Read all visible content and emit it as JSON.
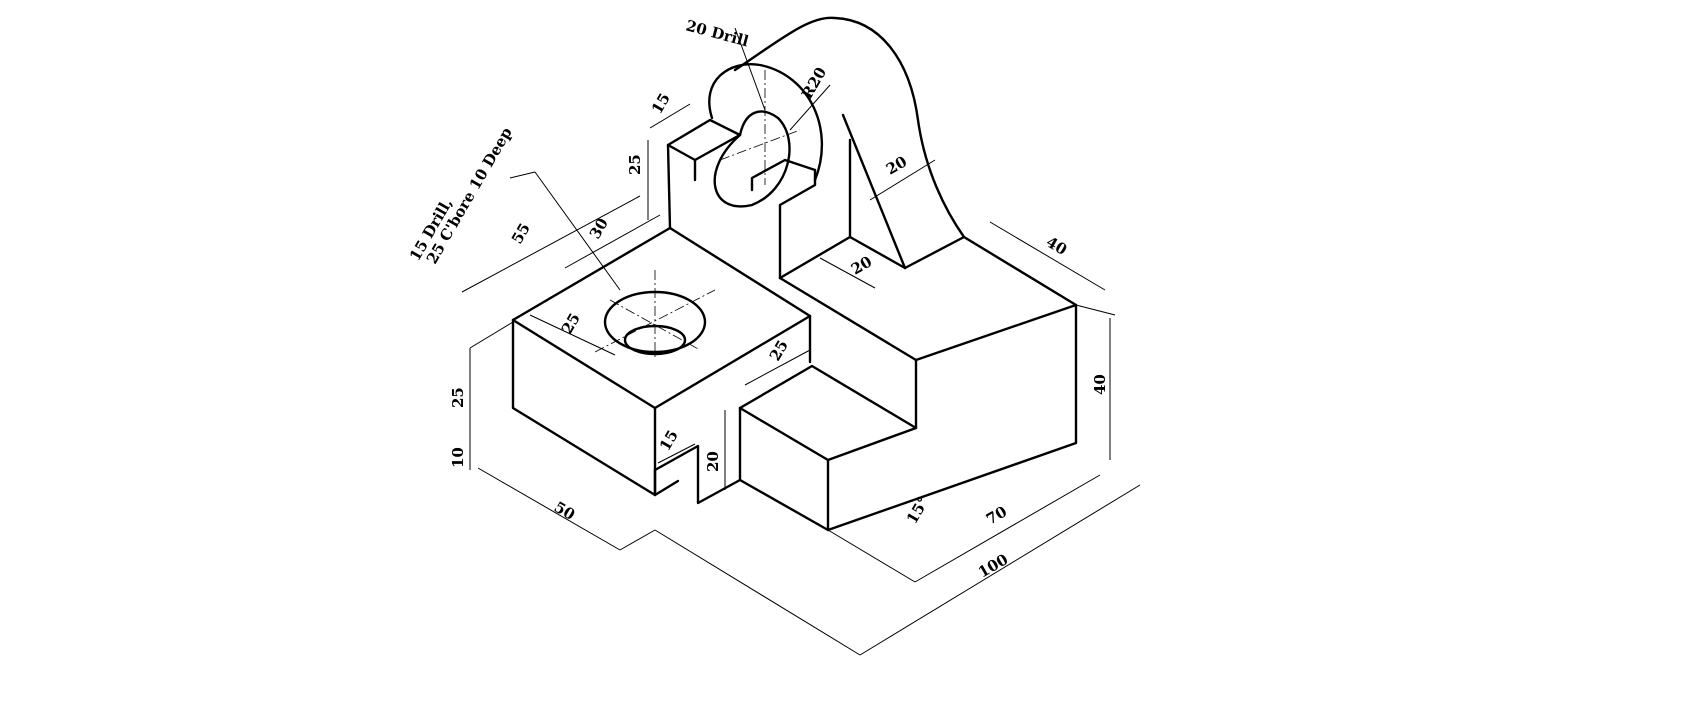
{
  "drawing": {
    "type": "isometric technical drawing",
    "colors": {
      "line": "#000000",
      "background": "#ffffff"
    },
    "dimensions": {
      "drill_20": "20 Drill",
      "radius": "R20",
      "upright_thickness": "15",
      "upright_height": "25",
      "rib_width": "20",
      "rib_base": "20",
      "overall_55": "55",
      "hole_offset_30": "30",
      "hole_note_line1": "15 Drill,",
      "hole_note_line2": "25 C'bore 10 Deep",
      "hole_offset_25": "25",
      "slot_offset_25": "25",
      "right_depth_40": "40",
      "right_height_40": "40",
      "left_height_25": "25",
      "left_base_10": "10",
      "left_width_50": "50",
      "slot_width_15": "15",
      "slot_height_20": "20",
      "angle": "15°",
      "length_70": "70",
      "length_100": "100"
    }
  }
}
